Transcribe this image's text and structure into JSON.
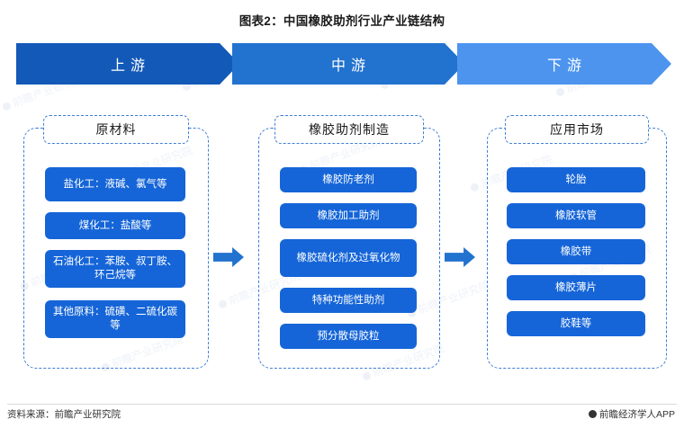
{
  "title": "图表2：中国橡胶助剂行业产业链结构",
  "banners": [
    {
      "label": "上游",
      "color": "#1359b8"
    },
    {
      "label": "中游",
      "color": "#2272cf"
    },
    {
      "label": "下游",
      "color": "#4d94ef"
    }
  ],
  "columns": [
    {
      "name": "upstream",
      "group_label": "原材料",
      "nodes": [
        "盐化工：液碱、氯气等",
        "煤化工：盐酸等",
        "石油化工：苯胺、叔丁胺、环己烷等",
        "其他原料：硫磺、二硫化碳等"
      ]
    },
    {
      "name": "midstream",
      "group_label": "橡胶助剂制造",
      "nodes": [
        "橡胶防老剂",
        "橡胶加工助剂",
        "橡胶硫化剂及过氧化物",
        "特种功能性助剂",
        "预分散母胶粒"
      ]
    },
    {
      "name": "downstream",
      "group_label": "应用市场",
      "nodes": [
        "轮胎",
        "橡胶软管",
        "橡胶带",
        "橡胶薄片",
        "胶鞋等"
      ]
    }
  ],
  "watermark": "前瞻产业研究院",
  "footer": {
    "source": "资料来源：前瞻产业研究院",
    "brand": "前瞻经济学人APP"
  },
  "colors": {
    "node": "#1565d8",
    "dashed_border": "#3f7fd6",
    "arrow": "#2272cf"
  }
}
